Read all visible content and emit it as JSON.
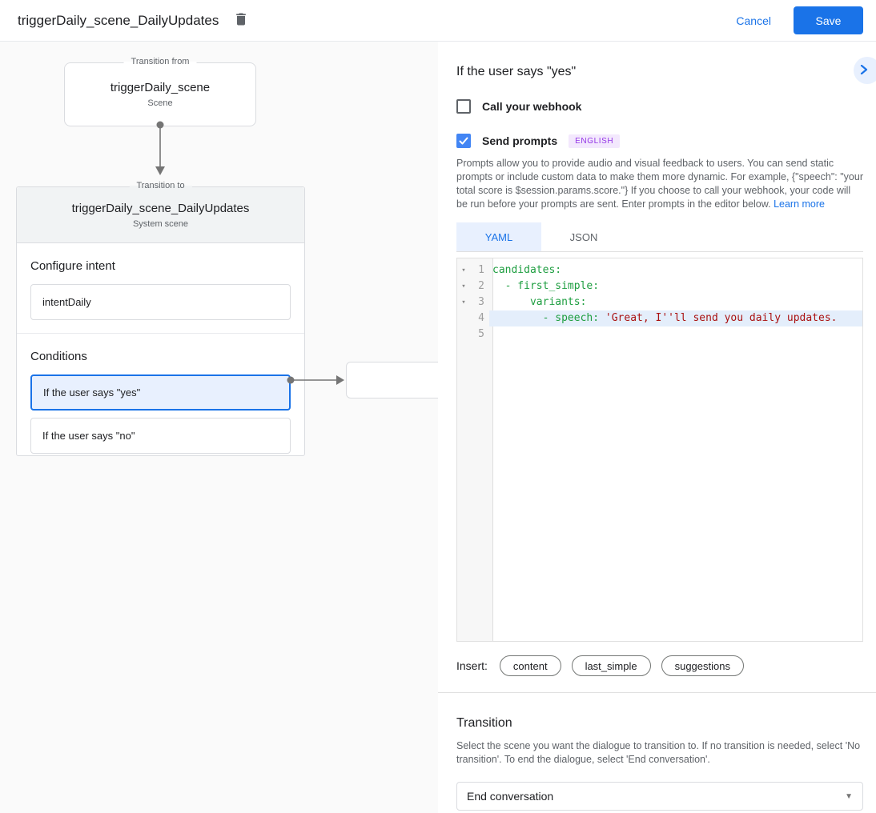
{
  "topbar": {
    "title": "triggerDaily_scene_DailyUpdates",
    "cancel_label": "Cancel",
    "save_label": "Save"
  },
  "canvas": {
    "from_node": {
      "group_label": "Transition from",
      "title": "triggerDaily_scene",
      "subtitle": "Scene"
    },
    "to_node": {
      "group_label": "Transition to",
      "title": "triggerDaily_scene_DailyUpdates",
      "subtitle": "System scene",
      "intent_section": {
        "heading": "Configure intent",
        "intent_name": "intentDaily"
      },
      "conditions_section": {
        "heading": "Conditions",
        "items": [
          {
            "label": "If the user says \"yes\"",
            "selected": true
          },
          {
            "label": "If the user says \"no\"",
            "selected": false
          }
        ]
      }
    }
  },
  "panel": {
    "title": "If the user says \"yes\"",
    "webhook_checkbox": {
      "label": "Call your webhook",
      "checked": false
    },
    "prompts_checkbox": {
      "label": "Send prompts",
      "checked": true,
      "badge": "ENGLISH"
    },
    "description": "Prompts allow you to provide audio and visual feedback to users. You can send static prompts or include custom data to make them more dynamic. For example, {\"speech\": \"your total score is $session.params.score.\"} If you choose to call your webhook, your code will be run before your prompts are sent. Enter prompts in the editor below.",
    "learn_more_label": "Learn more",
    "tabs": [
      {
        "label": "YAML",
        "active": true
      },
      {
        "label": "JSON",
        "active": false
      }
    ],
    "editor": {
      "lines": [
        {
          "num": "1",
          "fold_icon": "▾",
          "key": "candidates:",
          "str": ""
        },
        {
          "num": "2",
          "fold_icon": "▾",
          "key": "  - first_simple:",
          "str": ""
        },
        {
          "num": "3",
          "fold_icon": "▾",
          "key": "      variants:",
          "str": ""
        },
        {
          "num": "4",
          "fold_icon": "",
          "key": "        - speech: ",
          "str": "'Great, I''ll send you daily updates."
        },
        {
          "num": "5",
          "fold_icon": "",
          "key": "",
          "str": ""
        }
      ]
    },
    "insert": {
      "label": "Insert:",
      "chips": [
        "content",
        "last_simple",
        "suggestions"
      ]
    },
    "transition": {
      "heading": "Transition",
      "description": "Select the scene you want the dialogue to transition to. If no transition is needed, select 'No transition'. To end the dialogue, select 'End conversation'.",
      "dropdown_value": "End conversation"
    }
  },
  "colors": {
    "accent_blue": "#1a73e8",
    "checkbox_blue": "#4285f4",
    "selected_condition_bg": "#e8f0fe",
    "badge_bg": "#f3e8fd",
    "badge_text": "#9334e6",
    "code_key_green": "#1e9e40",
    "code_string_red": "#aa1111",
    "line_highlight": "#e4eefb",
    "canvas_bg": "#fafafa",
    "border_gray": "#dadce0"
  }
}
